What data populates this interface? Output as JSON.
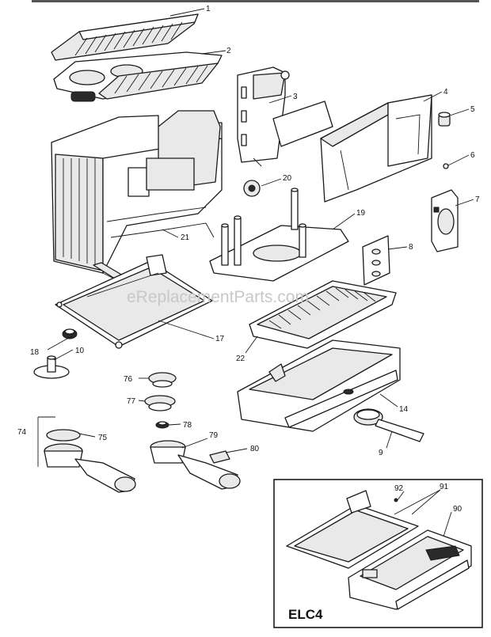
{
  "watermark": "eReplacementParts.com",
  "inset": {
    "label": "ELC4",
    "callouts": [
      "92",
      "91",
      "90"
    ]
  },
  "callouts": [
    "1",
    "2",
    "3",
    "4",
    "5",
    "6",
    "7",
    "8",
    "9",
    "10",
    "14",
    "17",
    "18",
    "19",
    "20",
    "21",
    "22",
    "74",
    "75",
    "76",
    "77",
    "78",
    "79",
    "80"
  ],
  "colors": {
    "line": "#1a1a1a",
    "top_bar": "#555555",
    "watermark": "#c8c8c8"
  }
}
